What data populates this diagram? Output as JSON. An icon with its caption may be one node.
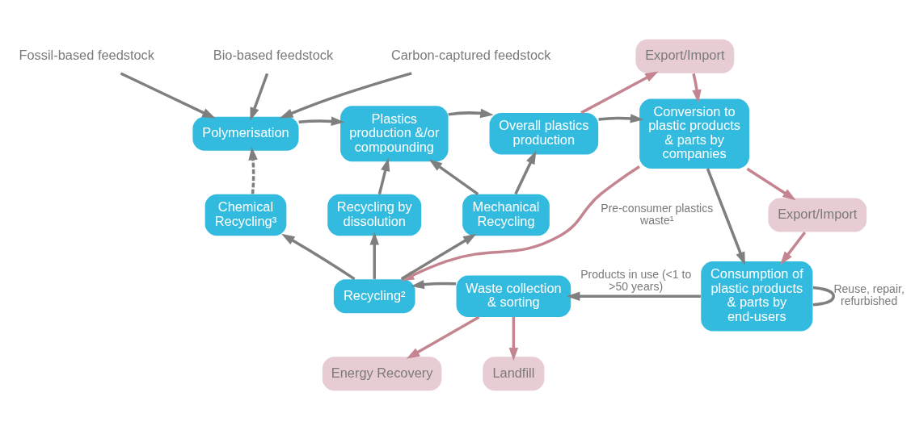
{
  "diagram": {
    "nodes": [
      {
        "text": [
          "Fossil-based feedstock"
        ]
      },
      {
        "text": [
          "Bio-based feedstock"
        ]
      },
      {
        "text": [
          "Carbon-captured feedstock"
        ]
      },
      {
        "text": [
          "Polymerisation"
        ]
      },
      {
        "text": [
          "Plastics production &/or compounding"
        ]
      },
      {
        "text": [
          "Overall plastics production"
        ]
      },
      {
        "text": [
          "Export/Import"
        ]
      },
      {
        "text": [
          "Conversion to plastic products & parts by companies"
        ]
      },
      {
        "text": [
          "Export/Import"
        ]
      },
      {
        "text": [
          "Chemical Recycling³"
        ]
      },
      {
        "text": [
          "Recycling by dissolution"
        ]
      },
      {
        "text": [
          "Mechanical Recycling"
        ]
      },
      {
        "text": [
          "Recycling²"
        ]
      },
      {
        "text": [
          "Waste collection & sorting"
        ]
      },
      {
        "text": [
          "Consumption of plastic products & parts by end-users"
        ]
      },
      {
        "text": [
          "Energy Recovery"
        ]
      },
      {
        "text": [
          "Landfill"
        ]
      }
    ],
    "edges": [
      {
        "from": 0,
        "to": 3,
        "arrow": "to"
      },
      {
        "from": 1,
        "to": 3,
        "arrow": "to"
      },
      {
        "from": 2,
        "to": 3,
        "arrow": "to"
      },
      {
        "from": 9,
        "to": 3,
        "arrow": "to",
        "style": "dashed"
      },
      {
        "from": 3,
        "to": 4,
        "arrow": "to"
      },
      {
        "from": 10,
        "to": 4,
        "arrow": "to"
      },
      {
        "from": 11,
        "to": 4,
        "arrow": "to"
      },
      {
        "from": 11,
        "to": 5,
        "arrow": "to"
      },
      {
        "from": 4,
        "to": 5,
        "arrow": "to"
      },
      {
        "from": 5,
        "to": 7,
        "arrow": "to"
      },
      {
        "from": 5,
        "to": 6,
        "arrow": "to",
        "color": "#c48591"
      },
      {
        "from": 6,
        "to": 7,
        "arrow": "to",
        "color": "#c48591"
      },
      {
        "from": 7,
        "to": 8,
        "arrow": "to",
        "color": "#c48591"
      },
      {
        "from": 8,
        "to": 14,
        "arrow": "to",
        "color": "#c48591"
      },
      {
        "from": 7,
        "to": 14,
        "arrow": "to"
      },
      {
        "from": 7,
        "to": 12,
        "arrow": "to",
        "label": "Pre-consumer plastics waste¹",
        "color": "#c48591"
      },
      {
        "from": 14,
        "to": 13,
        "arrow": "to",
        "label": "Products in use (<1 to >50 years)"
      },
      {
        "from": 14,
        "to": 14,
        "arrow": "none",
        "label": "Reuse, repair, refurbished"
      },
      {
        "from": 13,
        "to": 12,
        "arrow": "to"
      },
      {
        "from": 12,
        "to": 9,
        "arrow": "to"
      },
      {
        "from": 12,
        "to": 10,
        "arrow": "to"
      },
      {
        "from": 12,
        "to": 11,
        "arrow": "to"
      },
      {
        "from": 13,
        "to": 15,
        "arrow": "to",
        "color": "#c48591"
      },
      {
        "from": 13,
        "to": 16,
        "arrow": "to",
        "color": "#c48591"
      }
    ]
  }
}
